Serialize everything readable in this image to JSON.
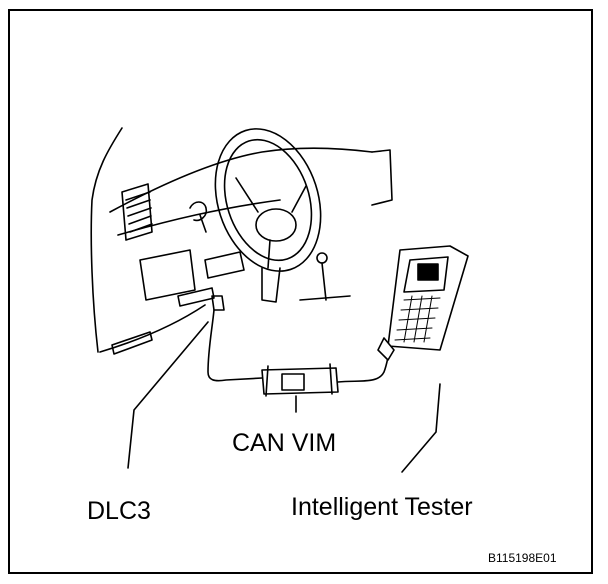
{
  "figure": {
    "labels": {
      "dlc3": "DLC3",
      "can_vim": "CAN VIM",
      "intelligent_tester": "Intelligent Tester",
      "figure_code": "B115198E01"
    }
  }
}
